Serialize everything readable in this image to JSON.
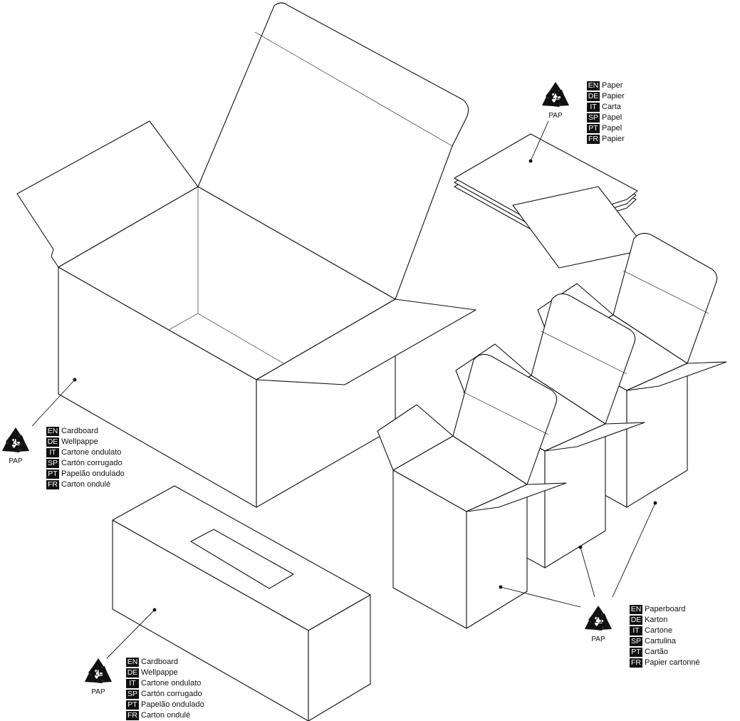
{
  "legends": [
    {
      "number": "20",
      "code": "PAP",
      "items": [
        {
          "lang": "EN",
          "text": "Cardboard"
        },
        {
          "lang": "DE",
          "text": "Wellpappe"
        },
        {
          "lang": "IT",
          "text": "Cartone ondulato"
        },
        {
          "lang": "SP",
          "text": "Cartón corrugado"
        },
        {
          "lang": "PT",
          "text": "Papelão ondulado"
        },
        {
          "lang": "FR",
          "text": "Carton ondulé"
        }
      ]
    },
    {
      "number": "20",
      "code": "PAP",
      "items": [
        {
          "lang": "EN",
          "text": "Cardboard"
        },
        {
          "lang": "DE",
          "text": "Wellpappe"
        },
        {
          "lang": "IT",
          "text": "Cartone ondulato"
        },
        {
          "lang": "SP",
          "text": "Cartón corrugado"
        },
        {
          "lang": "PT",
          "text": "Papelão ondulado"
        },
        {
          "lang": "FR",
          "text": "Carton ondulé"
        }
      ]
    },
    {
      "number": "21",
      "code": "PAP",
      "items": [
        {
          "lang": "EN",
          "text": "Paperboard"
        },
        {
          "lang": "DE",
          "text": "Karton"
        },
        {
          "lang": "IT",
          "text": "Cartone"
        },
        {
          "lang": "SP",
          "text": "Cartulina"
        },
        {
          "lang": "PT",
          "text": "Cartão"
        },
        {
          "lang": "FR",
          "text": "Papier cartonné"
        }
      ]
    },
    {
      "number": "22",
      "code": "PAP",
      "items": [
        {
          "lang": "EN",
          "text": "Paper"
        },
        {
          "lang": "DE",
          "text": "Papier"
        },
        {
          "lang": "IT",
          "text": "Carta"
        },
        {
          "lang": "SP",
          "text": "Papel"
        },
        {
          "lang": "PT",
          "text": "Papel"
        },
        {
          "lang": "FR",
          "text": "Papier"
        }
      ]
    }
  ]
}
